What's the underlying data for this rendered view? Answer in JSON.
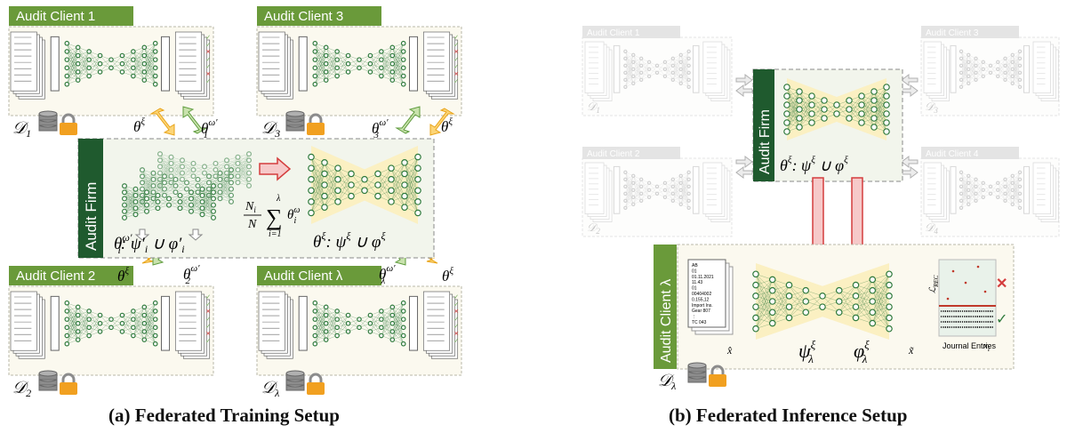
{
  "panel_a": {
    "caption": "(a) Federated Training Setup",
    "clients": [
      {
        "label": "Audit Client 1",
        "dataset": "𝒟",
        "dataset_sub": "1",
        "param_send": "θ",
        "param_send_sub": "1",
        "param_send_sup": "ω′",
        "param_recv": "θ",
        "param_recv_sup": "ξ"
      },
      {
        "label": "Audit Client 3",
        "dataset": "𝒟",
        "dataset_sub": "3",
        "param_send": "θ",
        "param_send_sub": "3",
        "param_send_sup": "ω′",
        "param_recv": "θ",
        "param_recv_sup": "ξ"
      },
      {
        "label": "Audit Client 2",
        "dataset": "𝒟",
        "dataset_sub": "2",
        "param_send": "θ",
        "param_send_sub": "2",
        "param_send_sup": "ω′",
        "param_recv": "θ",
        "param_recv_sup": "ξ"
      },
      {
        "label": "Audit Client λ",
        "dataset": "𝒟",
        "dataset_sub": "λ",
        "param_send": "θ",
        "param_send_sub": "λ",
        "param_send_sup": "ω′",
        "param_recv": "θ",
        "param_recv_sup": "ξ"
      }
    ],
    "firm": {
      "label": "Audit Firm",
      "local_formula": "θ_i^ω′: ψ′_i ∪ φ′_i",
      "aggregation_formula": "(N_i / N) Σ_{i=1}^{λ} θ_i^ω",
      "global_formula": "θ^ξ: ψ^ξ ∪ φ^ξ"
    }
  },
  "panel_b": {
    "caption": "(b) Federated Inference Setup",
    "clients_faded": [
      {
        "label": "Audit Client 1",
        "dataset_sub": "1"
      },
      {
        "label": "Audit Client 3",
        "dataset_sub": "3"
      },
      {
        "label": "Audit Client 2",
        "dataset_sub": "2"
      },
      {
        "label": "Audit Client 4",
        "dataset_sub": "4"
      }
    ],
    "firm": {
      "label": "Audit Firm",
      "global_formula": "θ^ξ: ψ^ξ ∪ φ^ξ"
    },
    "active_client": {
      "label": "Audit Client λ",
      "dataset": "𝒟",
      "dataset_sub": "λ",
      "encoder": "ψ",
      "encoder_sub": "λ",
      "encoder_sup": "ξ",
      "decoder": "φ",
      "decoder_sub": "λ",
      "decoder_sup": "ξ",
      "input_label": "x̂",
      "output_label": "x̃",
      "plot_xlabel": "Journal Entries",
      "plot_xvar": "x",
      "plot_xvar_sub": "i",
      "plot_ylabel": "ℒ",
      "plot_ylabel_sub": "REC",
      "entries": [
        "AB",
        "01",
        "01.11.2021",
        "11.43",
        "01",
        "00404002",
        "0.155,12",
        "Import Ins.",
        "Gear 807",
        "⋮",
        "TC 043"
      ]
    }
  },
  "colors": {
    "green": "#6a9a3a",
    "dark_green": "#1f5a2e",
    "node_green": "#2f7a3c",
    "orange_fill": "#fcd577",
    "orange_stroke": "#e8a317",
    "green_arrow_fill": "#c9e2ad",
    "red_fill": "#f6c9c9",
    "red_stroke": "#d43d3d",
    "panel_bg": "#fbf9ef",
    "yellow_band": "#fbf0c2",
    "faded": "#c4c4c4",
    "db": "#8c8c8c",
    "lock": "#f1a020"
  }
}
